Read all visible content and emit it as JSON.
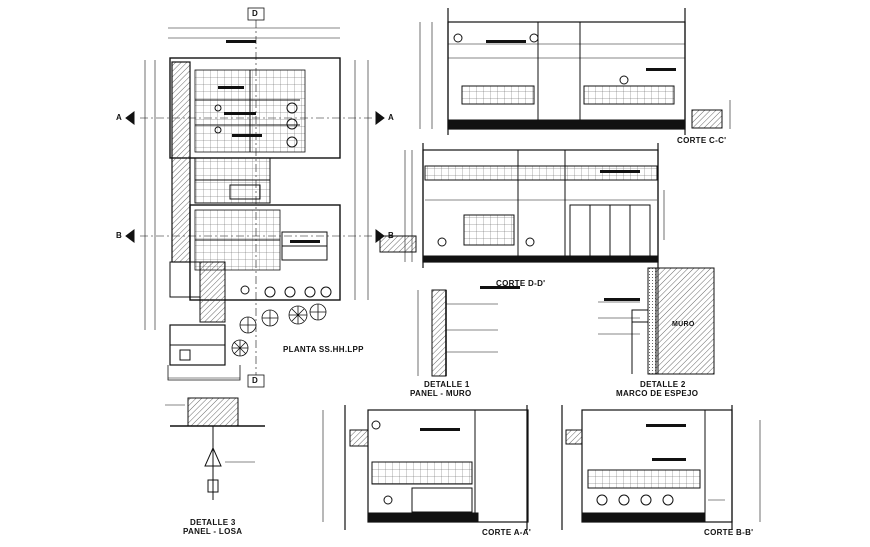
{
  "drawing": {
    "labels": {
      "plan_title": "PLANTA SS.HH.LPP",
      "corte_cc": "CORTE C-C'",
      "corte_dd": "CORTE D-D'",
      "corte_aa": "CORTE A-A'",
      "corte_bb": "CORTE B-B'",
      "detalle1_title": "DETALLE 1",
      "detalle1_sub": "PANEL - MURO",
      "detalle2_title": "DETALLE 2",
      "detalle2_sub": "MARCO DE ESPEJO",
      "detalle3_title": "DETALLE 3",
      "detalle3_sub": "PANEL - LOSA",
      "muro_tag": "MURO"
    },
    "section_marks": {
      "top": "D",
      "bottom": "D",
      "left_a": "A",
      "right_a": "A",
      "left_b": "B",
      "right_b": "B"
    }
  }
}
